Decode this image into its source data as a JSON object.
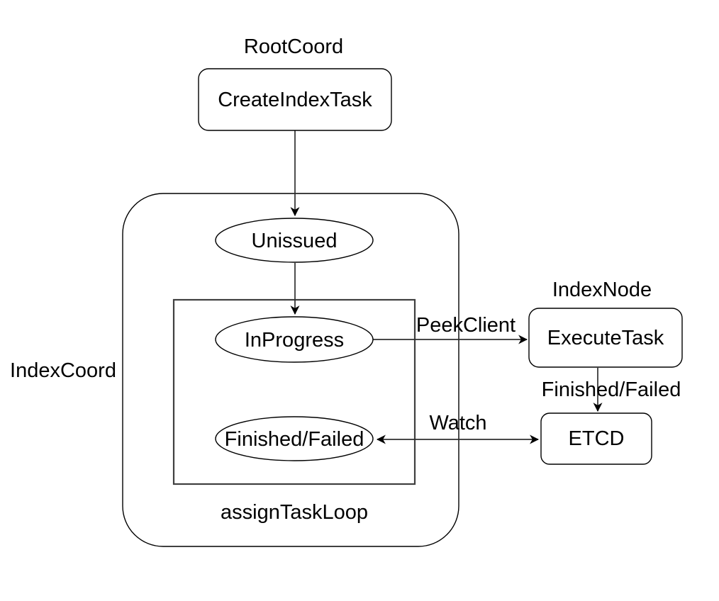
{
  "diagram": {
    "title": "index task flow diagram",
    "colors": {
      "background": "#ffffff",
      "line": "#000000",
      "inner_box_line": "#3f3f3f",
      "text": "#000000"
    },
    "groups": {
      "root_coord": {
        "label": "RootCoord"
      },
      "index_coord": {
        "label": "IndexCoord"
      },
      "index_node": {
        "label": "IndexNode"
      },
      "assign_task_loop": {
        "label": "assignTaskLoop"
      }
    },
    "nodes": {
      "create_index_task": {
        "label": "CreateIndexTask",
        "shape": "rounded-rect"
      },
      "unissued": {
        "label": "Unissued",
        "shape": "ellipse"
      },
      "in_progress": {
        "label": "InProgress",
        "shape": "ellipse"
      },
      "finished_failed_state": {
        "label": "Finished/Failed",
        "shape": "ellipse"
      },
      "execute_task": {
        "label": "ExecuteTask",
        "shape": "rounded-rect"
      },
      "etcd": {
        "label": "ETCD",
        "shape": "rounded-rect"
      }
    },
    "edges": {
      "create_to_unissued": {
        "label": "",
        "from": "create_index_task",
        "to": "unissued"
      },
      "unissued_to_in_progress": {
        "label": "",
        "from": "unissued",
        "to": "in_progress"
      },
      "peek_client": {
        "label": "PeekClient",
        "from": "in_progress",
        "to": "execute_task"
      },
      "finished_failed_edge": {
        "label": "Finished/Failed",
        "from": "execute_task",
        "to": "etcd"
      },
      "watch": {
        "label": "Watch",
        "from": "etcd",
        "to": "finished_failed_state",
        "bidirectional": true
      }
    }
  }
}
